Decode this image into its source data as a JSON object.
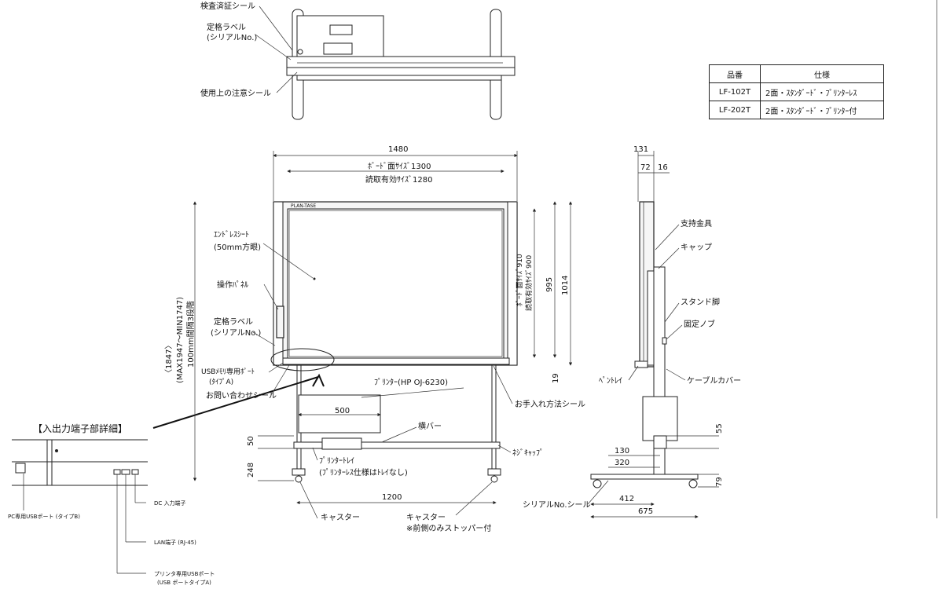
{
  "spec_table": {
    "header": [
      "品番",
      "仕様"
    ],
    "rows": [
      [
        "LF-102T",
        "2面・ｽﾀﾝﾀﾞｰﾄﾞ・ﾌﾟﾘﾝﾀｰﾚｽ"
      ],
      [
        "LF-202T",
        "2面・ｽﾀﾝﾀﾞｰﾄﾞ・ﾌﾟﾘﾝﾀｰ付"
      ]
    ]
  },
  "top_view": {
    "inspection_seal": "検査済証シール",
    "rating_label_line1": "定格ラベル",
    "rating_label_line2": "(シリアルNo.)",
    "caution_seal": "使用上の注意シール"
  },
  "front_view": {
    "brand": "PLAN-TASE",
    "dim_width": "1480",
    "dim_board_size": "ﾎﾞｰﾄﾞ面ｻｲｽﾞ1300",
    "dim_read_size": "読取有効ｻｲｽﾞ1280",
    "dim_board_h": "ﾎﾞｰﾄﾞ面ｻｲｽﾞ910",
    "dim_read_h": "読取有効ｻｲｽﾞ900",
    "dim_995": "995",
    "dim_1014": "1014",
    "dim_19": "19",
    "dim_height_1": "〈1847〉",
    "dim_height_2": "(MAX1947〜MIN1747)",
    "dim_height_3": "100mm間隔3段階",
    "dim_500": "500",
    "dim_50": "50",
    "dim_248": "248",
    "dim_1200": "1200",
    "endless_sheet": "ｴﾝﾄﾞﾚｽｼｰﾄ",
    "endless_sheet_sub": "(50mm方眼)",
    "control_panel": "操作ﾊﾟﾈﾙ",
    "rating_label_line1": "定格ラベル",
    "rating_label_line2": "(シリアルNo.)",
    "usb_memory_line1": "USBﾒﾓﾘ専用ﾎﾟｰﾄ",
    "usb_memory_line2": "(ﾀｲﾌﾟA)",
    "inquiry_seal": "お問い合わせシール",
    "printer": "ﾌﾟﾘﾝﾀｰ(HP OJ-6230)",
    "care_seal": "お手入れ方法シール",
    "cross_bar": "横バー",
    "screw_cap": "ﾈｼﾞｷｬｯﾌﾟ",
    "printer_tray_line1": "ﾌﾟﾘﾝﾀｰﾄﾚｲ",
    "printer_tray_line2": "(ﾌﾟﾘﾝﾀｰﾚｽ仕様はﾄﾚｲなし)",
    "caster": "キャスター",
    "caster_front_line1": "キャスター",
    "caster_front_line2": "※前側のみストッパー付"
  },
  "side_view": {
    "dim_131": "131",
    "dim_72": "72",
    "dim_16": "16",
    "support_bracket": "支持金具",
    "cap": "キャップ",
    "stand_leg": "スタンド脚",
    "fixing_knob": "固定ノブ",
    "pen_tray": "ﾍﾟﾝﾄﾚｲ",
    "cable_cover": "ケーブルカバー",
    "dim_55": "55",
    "dim_130": "130",
    "dim_320": "320",
    "dim_79": "79",
    "serial_seal": "シリアルNo.シール",
    "dim_412": "412",
    "dim_675": "675"
  },
  "detail": {
    "title": "【入出力端子部詳細】",
    "pc_usb": "PC専用USBポート (タイプB)",
    "dc_input": "DC 入力端子",
    "lan": "LAN端子 (RJ-45)",
    "printer_usb_line1": "プリンタ専用USBポート",
    "printer_usb_line2": "(USB ポートタイプA)"
  }
}
